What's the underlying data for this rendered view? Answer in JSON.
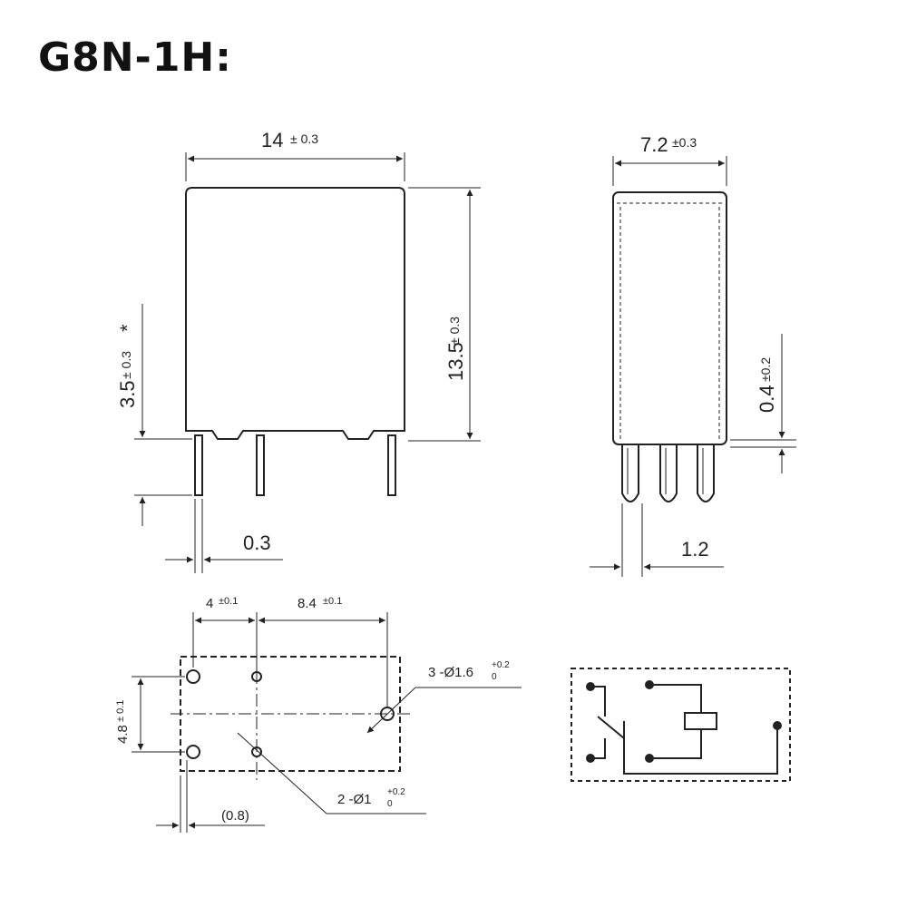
{
  "title": "G8N-1H:",
  "front_view": {
    "width_main": "14",
    "width_tol": "± 0.3",
    "height_main": "13.5",
    "height_tol": "± 0.3",
    "pin_main": "3.5",
    "pin_tol": "± 0.3",
    "pin_note": "*",
    "pin_thickness": "0.3"
  },
  "side_view": {
    "width_main": "7.2",
    "width_tol": "±0.3",
    "standoff_main": "0.4",
    "standoff_tol": "±0.2",
    "pin_width": "1.2"
  },
  "footprint": {
    "spacing1_main": "4",
    "spacing1_tol": "±0.1",
    "spacing2_main": "8.4",
    "spacing2_tol": "±0.1",
    "row_main": "4.8",
    "row_tol": "± 0.1",
    "hole_large_main": "3 -Ø1.6",
    "hole_large_tol_plus": "+0.2",
    "hole_large_tol_minus": "0",
    "hole_small_main": "2 -Ø1",
    "hole_small_tol_plus": "+0.2",
    "hole_small_tol_minus": "0",
    "offset": "(0.8)"
  },
  "colors": {
    "line": "#222222",
    "background": "#ffffff"
  }
}
